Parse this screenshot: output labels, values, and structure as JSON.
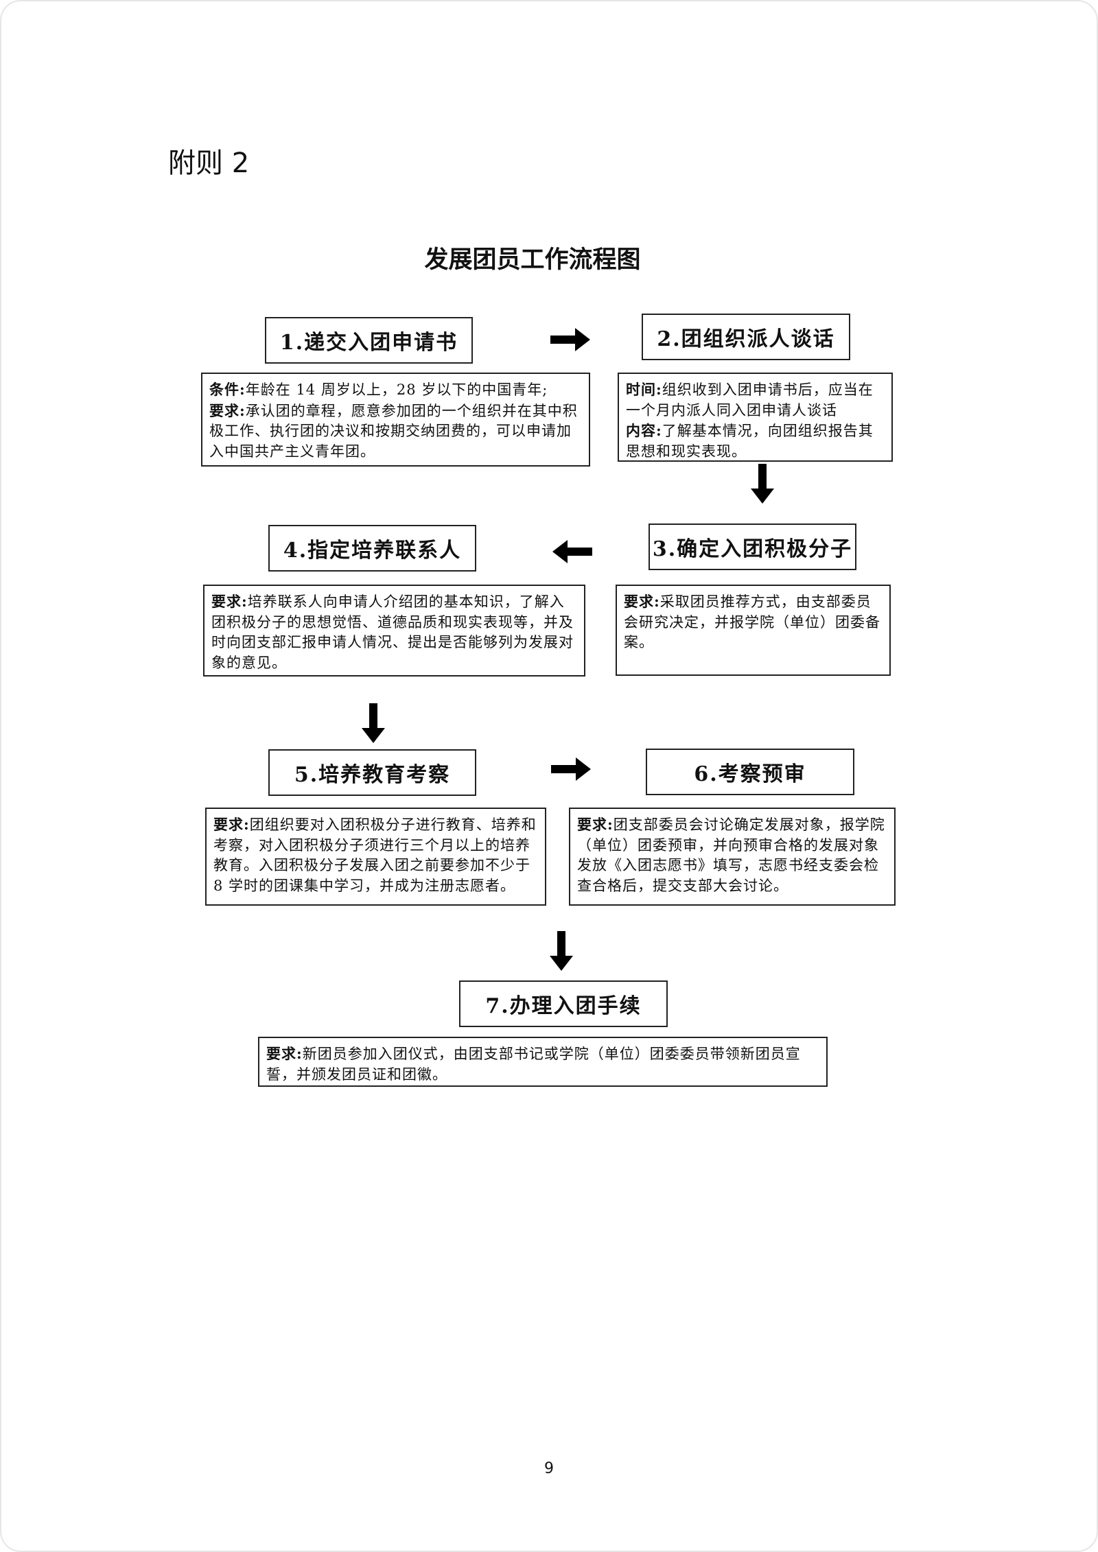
{
  "appendix_label": "附则 2",
  "title": "发展团员工作流程图",
  "steps": [
    {
      "label": "1.递交入团申请书",
      "lines": [
        {
          "key": "条件:",
          "text": "年龄在 14 周岁以上，28 岁以下的中国青年;"
        },
        {
          "key": "要求:",
          "text": "承认团的章程，愿意参加团的一个组织并在其中积极工作、执行团的决议和按期交纳团费的，可以申请加入中国共产主义青年团。"
        }
      ]
    },
    {
      "label": "2.团组织派人谈话",
      "lines": [
        {
          "key": "时间:",
          "text": "组织收到入团申请书后，应当在一个月内派人同入团申请人谈话"
        },
        {
          "key": "内容:",
          "text": "了解基本情况，向团组织报告其思想和现实表现。"
        }
      ]
    },
    {
      "label": "3.确定入团积极分子",
      "lines": [
        {
          "key": "要求:",
          "text": "采取团员推荐方式，由支部委员会研究决定，并报学院（单位）团委备案。"
        }
      ]
    },
    {
      "label": "4.指定培养联系人",
      "lines": [
        {
          "key": "要求:",
          "text": "培养联系人向申请人介绍团的基本知识，了解入团积极分子的思想觉悟、道德品质和现实表现等，并及时向团支部汇报申请人情况、提出是否能够列为发展对象的意见。"
        }
      ]
    },
    {
      "label": "5.培养教育考察",
      "lines": [
        {
          "key": "要求:",
          "text": "团组织要对入团积极分子进行教育、培养和考察，对入团积极分子须进行三个月以上的培养教育。入团积极分子发展入团之前要参加不少于 8 学时的团课集中学习，并成为注册志愿者。"
        }
      ]
    },
    {
      "label": "6.考察预审",
      "lines": [
        {
          "key": "要求:",
          "text": "团支部委员会讨论确定发展对象，报学院（单位）团委预审，并向预审合格的发展对象发放《入团志愿书》填写，志愿书经支委会检查合格后，提交支部大会讨论。"
        }
      ]
    },
    {
      "label": "7.办理入团手续",
      "lines": [
        {
          "key": "要求:",
          "text": "新团员参加入团仪式，由团支部书记或学院（单位）团委委员带领新团员宣誓，并颁发团员证和团徽。"
        }
      ]
    }
  ],
  "page_number": "9"
}
